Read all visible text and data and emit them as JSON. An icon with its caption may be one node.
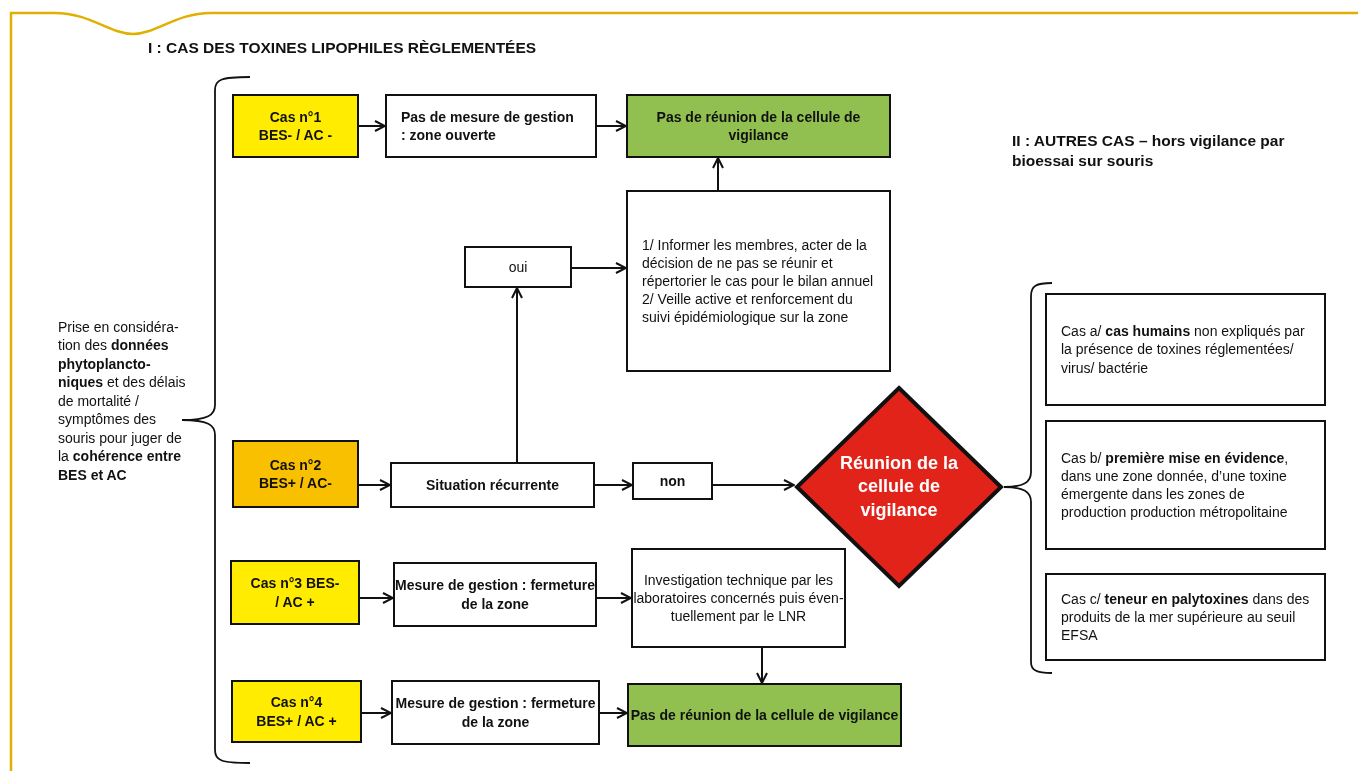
{
  "diagram": {
    "nodes": [
      {
        "text": [
          "Cas n°1 BES- / AC -"
        ]
      },
      {
        "text": [
          "Pas de mesure de gestion : zone ouverte"
        ]
      },
      {
        "text": [
          "Pas de réunion de la cellule de vigilance"
        ]
      },
      {
        "text": [
          "1/ Informer les membres, acter de la décision de ne pas se réunir et répertorier le cas pour le bilan annuel",
          "2/ Veille active et renforcement du suivi épidémiologique sur la zone"
        ]
      },
      {
        "text": [
          "oui"
        ]
      },
      {
        "text": [
          "Cas n°2 BES+ / AC-"
        ]
      },
      {
        "text": [
          "Situation récurrente"
        ]
      },
      {
        "text": [
          "non"
        ]
      },
      {
        "text": [
          "Réunion de la cellule de vigilance"
        ]
      },
      {
        "text": [
          "Cas a/ **cas humains** non expliqués par la présence de toxines réglementées/ virus/ bactérie"
        ]
      },
      {
        "text": [
          "Cas b/ **première mise en évidence**, dans une zone donnée, d’une toxine émergente dans les zones de production production métropolitaine"
        ]
      },
      {
        "text": [
          "Cas c/ **teneur en palytoxines** dans des produits de la mer supérieure au seuil EFSA"
        ]
      },
      {
        "text": [
          "Cas n°3 BES- / AC +"
        ]
      },
      {
        "text": [
          "Mesure de gestion : fermeture de la zone"
        ]
      },
      {
        "text": [
          "Investigation technique par les laboratoires concernés puis éven- tuellement par le LNR"
        ]
      },
      {
        "text": [
          "Cas n°4 BES+ / AC +"
        ]
      },
      {
        "text": [
          "Mesure de gestion : fermeture de la zone"
        ]
      },
      {
        "text": [
          "Pas de réunion de la cellule de vigilance"
        ]
      }
    ],
    "edges": [
      {
        "from": 0,
        "to": 1,
        "arrow": "to"
      },
      {
        "from": 1,
        "to": 2,
        "arrow": "to"
      },
      {
        "from": 5,
        "to": 6,
        "arrow": "to"
      },
      {
        "from": 6,
        "to": 4,
        "arrow": "to"
      },
      {
        "from": 4,
        "to": 3,
        "arrow": "to"
      },
      {
        "from": 3,
        "to": 2,
        "arrow": "to"
      },
      {
        "from": 6,
        "to": 7,
        "arrow": "to"
      },
      {
        "from": 7,
        "to": 8,
        "arrow": "to"
      },
      {
        "from": 12,
        "to": 13,
        "arrow": "to"
      },
      {
        "from": 13,
        "to": 14,
        "arrow": "to"
      },
      {
        "from": 14,
        "to": 17,
        "arrow": "to"
      },
      {
        "from": 15,
        "to": 16,
        "arrow": "to"
      },
      {
        "from": 16,
        "to": 17,
        "arrow": "to"
      }
    ],
    "labels": [
      "I : CAS DES TOXINES LIPOPHILES RÈGLEMENTÉES",
      "II : AUTRES CAS – hors vigilance par bioessai sur souris",
      "Prise en considéra- tion des **données phytoplancto- niques** et des délais de mortalité / symptômes des souris pour juger de la **cohérence entre BES et AC**"
    ]
  }
}
